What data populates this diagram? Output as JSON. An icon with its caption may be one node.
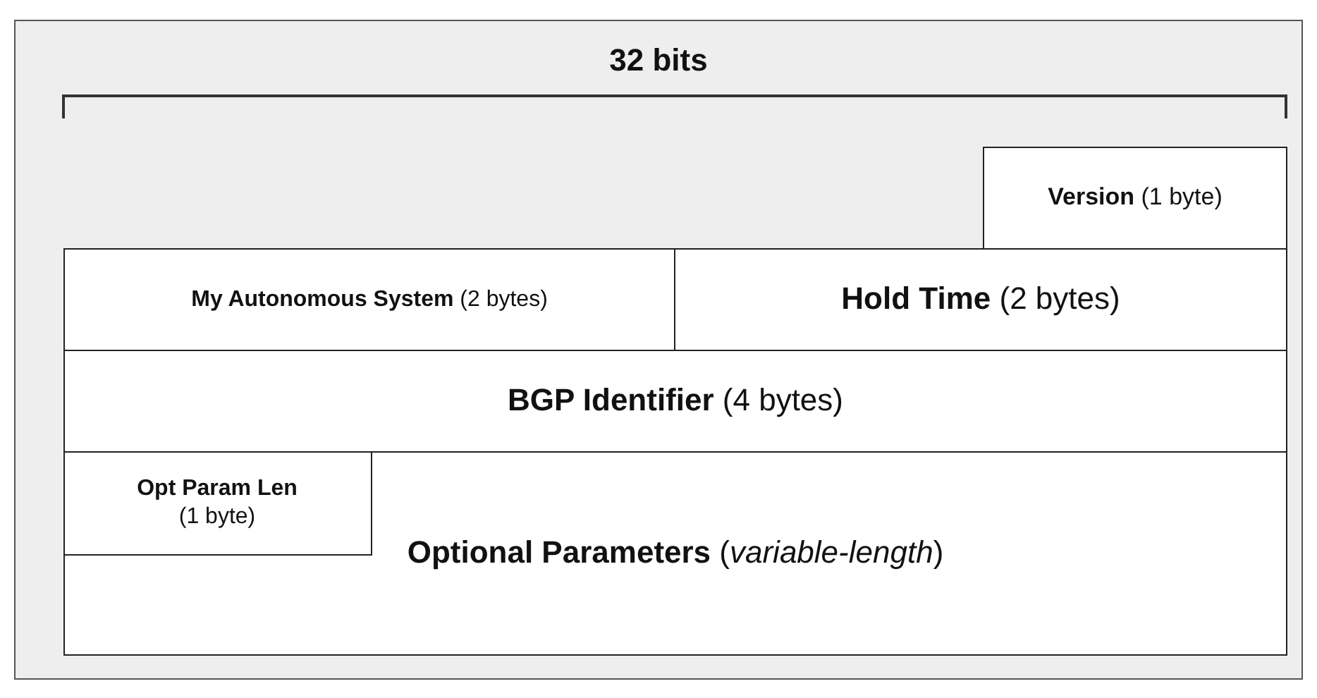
{
  "diagram": {
    "nodes": [
      {
        "text": [
          "**Version** (1 byte)"
        ]
      },
      {
        "text": [
          "**My Autonomous System** (2 bytes)"
        ]
      },
      {
        "text": [
          "**Hold Time** (2 bytes)"
        ]
      },
      {
        "text": [
          "**BGP Identifier** (4 bytes)"
        ]
      },
      {
        "text": [
          "**Optional Parameters** (*variable-length*)"
        ]
      },
      {
        "text": [
          "Opt Param Len",
          "(1 byte)"
        ],
        "in": 4
      }
    ],
    "labels": [
      "32 bits"
    ]
  }
}
